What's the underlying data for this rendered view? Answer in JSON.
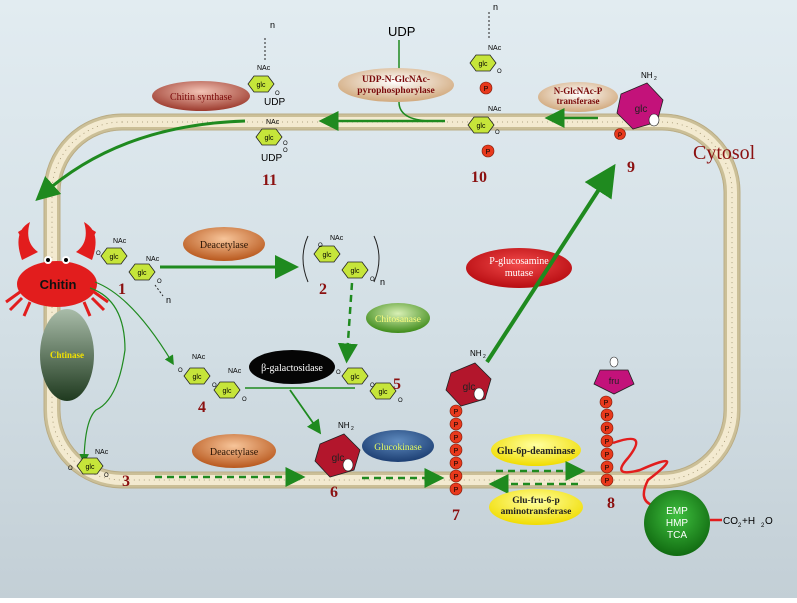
{
  "cytosol_label": "Cytosol",
  "chitin_label": "Chitin",
  "top_udp_label": "UDP",
  "udp_label": "UDP",
  "nac_label": "NAc",
  "glc_label": "glc",
  "fru_label": "fru",
  "nh2_label": "NH",
  "nh2_sub": "2",
  "p_label": "P",
  "o_label": "O",
  "n_label": "n",
  "co2_label": "CO",
  "co2_sub": "2",
  "co2_plus": "+H",
  "co2_h2o_sub": "2",
  "co2_o": "O",
  "enzymes": {
    "chitin_synthase": "Chitin synthase",
    "udp_pyro_1": "UDP-N-GlcNAc-",
    "udp_pyro_2": "pyrophosphorylase",
    "nglcnac_1": "N-GlcNAc-P",
    "nglcnac_2": "transferase",
    "deacetylase_top": "Deacetylase",
    "chitosanase": "Chitosanase",
    "p_glucosamine_1": "P-glucosamine",
    "p_glucosamine_2": "mutase",
    "chitinase": "Chtinase",
    "beta_gal": "β-galactosidase",
    "deacetylase_bottom": "Deacetylase",
    "glucokinase": "Glucokinase",
    "glu6p_deaminase": "Glu-6p-deaminase",
    "glufru_1": "Glu-fru-6-p",
    "glufru_2": "aminotransferase"
  },
  "emp_lines": [
    "EMP",
    "HMP",
    "TCA"
  ],
  "numbers": {
    "n1": "1",
    "n2": "2",
    "n3": "3",
    "n4": "4",
    "n5": "5",
    "n6": "6",
    "n7": "7",
    "n8": "8",
    "n9": "9",
    "n10": "10",
    "n11": "11"
  },
  "colors": {
    "arrow_green": "#1f8a1f",
    "number_red": "#8b1010",
    "glc_yellow": "#c6e53a",
    "phosphate": "#e8391c",
    "hexagon": "#b3162c",
    "fru": "#c3127a",
    "crab": "#e21d1d"
  }
}
